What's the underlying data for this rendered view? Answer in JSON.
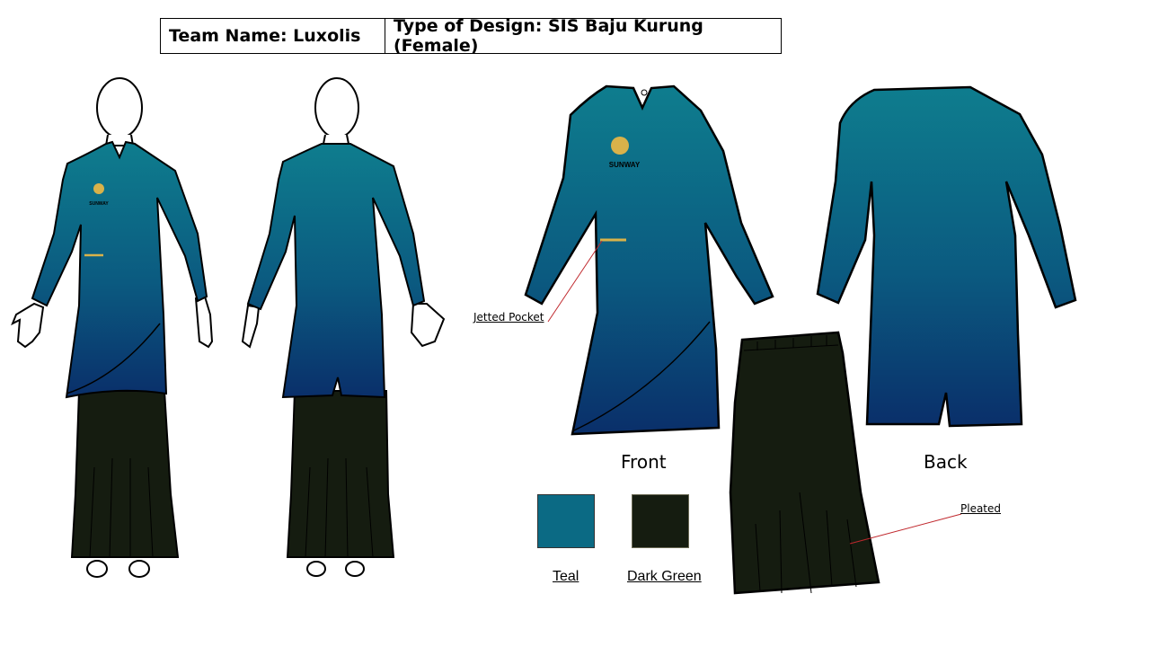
{
  "header": {
    "team_name": "Team Name: Luxolis",
    "design_type": "Type of Design: SIS Baju Kurung (Female)"
  },
  "views": {
    "front_label": "Front",
    "back_label": "Back"
  },
  "callouts": {
    "jetted_pocket": "Jetted Pocket",
    "pleated": "Pleated"
  },
  "logo": {
    "text": "SUNWAY"
  },
  "swatches": [
    {
      "label": "Teal",
      "color": "#0b6a84"
    },
    {
      "label": "Dark Green",
      "color": "#151c10"
    }
  ],
  "colors": {
    "top_gradient_start": "#0e7d8e",
    "top_gradient_end": "#0a2f6a",
    "skirt": "#151c10",
    "pocket": "#d9b24a",
    "callout_line": "#c0282d"
  }
}
